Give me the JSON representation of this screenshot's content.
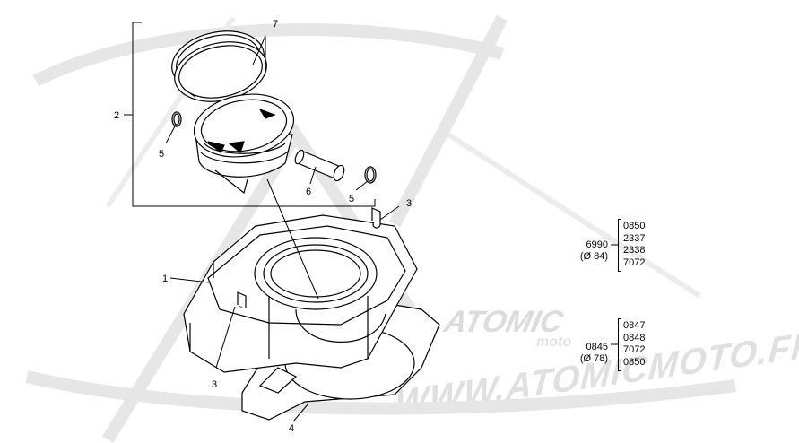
{
  "watermark": {
    "logo_text": "ATOMIC",
    "sub_text": "moto",
    "url_text": "WWW.ATOMICMOTO.FR"
  },
  "callouts": {
    "c1": "1",
    "c2": "2",
    "c3a": "3",
    "c3b": "3",
    "c4": "4",
    "c5a": "5",
    "c5b": "5",
    "c6": "6",
    "c7": "7"
  },
  "legend": {
    "group_a": {
      "ref": "6990",
      "bore": "(Ø 84)",
      "codes": [
        "0850",
        "2337",
        "2338",
        "7072"
      ]
    },
    "group_b": {
      "ref": "0845",
      "bore": "(Ø 78)",
      "codes": [
        "0847",
        "0848",
        "7072",
        "0850"
      ]
    }
  },
  "colors": {
    "line": "#000000",
    "watermark": "#d9d9d9"
  }
}
